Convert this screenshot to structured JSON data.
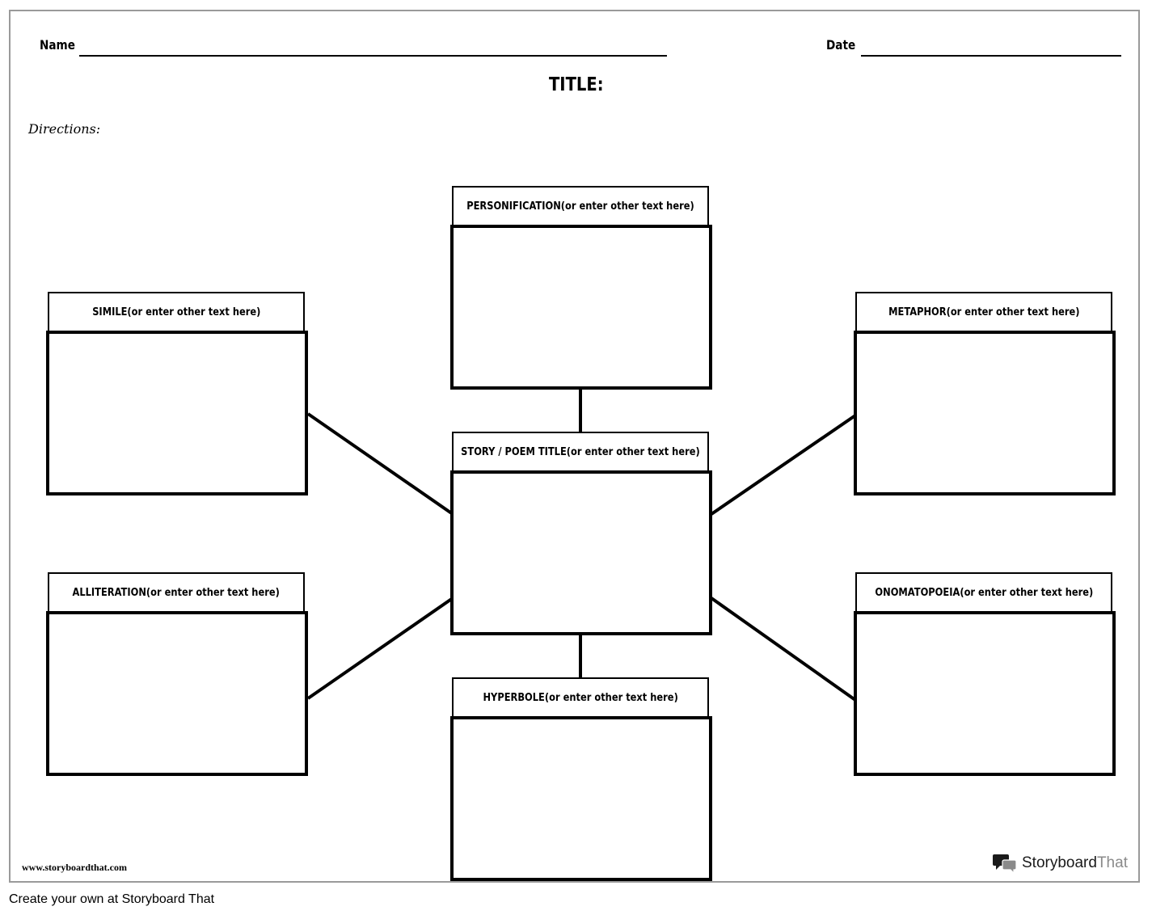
{
  "header": {
    "name_label": "Name",
    "date_label": "Date",
    "title": "TITLE:",
    "directions": "Directions:"
  },
  "cards": {
    "personification": {
      "keyword": "PERSONIFICATION",
      "rest": " (or enter other text here)"
    },
    "simile": {
      "keyword": "SIMILE",
      "rest": " (or enter other text here)"
    },
    "metaphor": {
      "keyword": "METAPHOR",
      "rest": " (or enter other text here)"
    },
    "center": {
      "keyword": "STORY / POEM TITLE",
      "rest": " (or enter other text here)"
    },
    "alliteration": {
      "keyword": "ALLITERATION",
      "rest": " (or enter other text here)"
    },
    "onomatopoeia": {
      "keyword": "ONOMATOPOEIA",
      "rest": " (or enter other text here)"
    },
    "hyperbole": {
      "keyword": "HYPERBOLE",
      "rest": " (or enter other text here)"
    }
  },
  "footer": {
    "url": "www.storyboardthat.com",
    "brand_main": "Storyboard",
    "brand_that": "That",
    "brand_icon": "speech-bubbles-icon",
    "create_text": "Create your own at Storyboard That"
  },
  "colors": {
    "border": "#000000",
    "sheet_border": "#9a9a9a",
    "brand_gray": "#8a8a8a"
  }
}
